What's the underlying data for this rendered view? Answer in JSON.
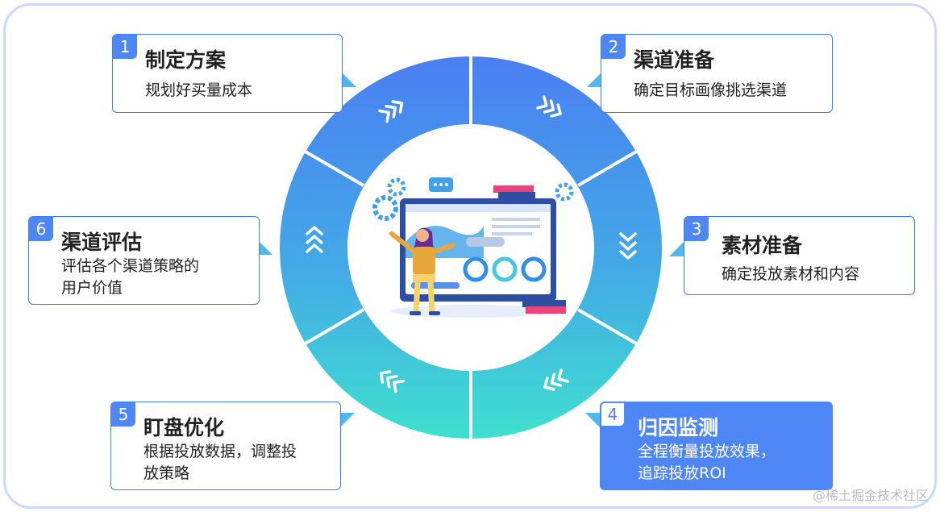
{
  "steps": [
    {
      "num": "1",
      "title": "制定方案",
      "desc": "规划好买量成本"
    },
    {
      "num": "2",
      "title": "渠道准备",
      "desc": "确定目标画像挑选渠道"
    },
    {
      "num": "3",
      "title": "素材准备",
      "desc": "确定投放素材和内容"
    },
    {
      "num": "4",
      "title": "归因监测",
      "desc_lines": [
        "全程衡量投放效果，",
        "追踪投放ROI"
      ]
    },
    {
      "num": "5",
      "title": "盯盘优化",
      "desc_lines": [
        "根据投放数据，调整投",
        "放策略"
      ]
    },
    {
      "num": "6",
      "title": "渠道评估",
      "desc_lines": [
        "评估各个渠道策略的",
        "用户价值"
      ]
    }
  ],
  "watermark": "@稀土掘金技术社区",
  "colors": {
    "accent": "#4f86f5",
    "ring_top": "#4a7ff2",
    "ring_bottom": "#3fe0cf",
    "frame": "#c9d9fb"
  }
}
